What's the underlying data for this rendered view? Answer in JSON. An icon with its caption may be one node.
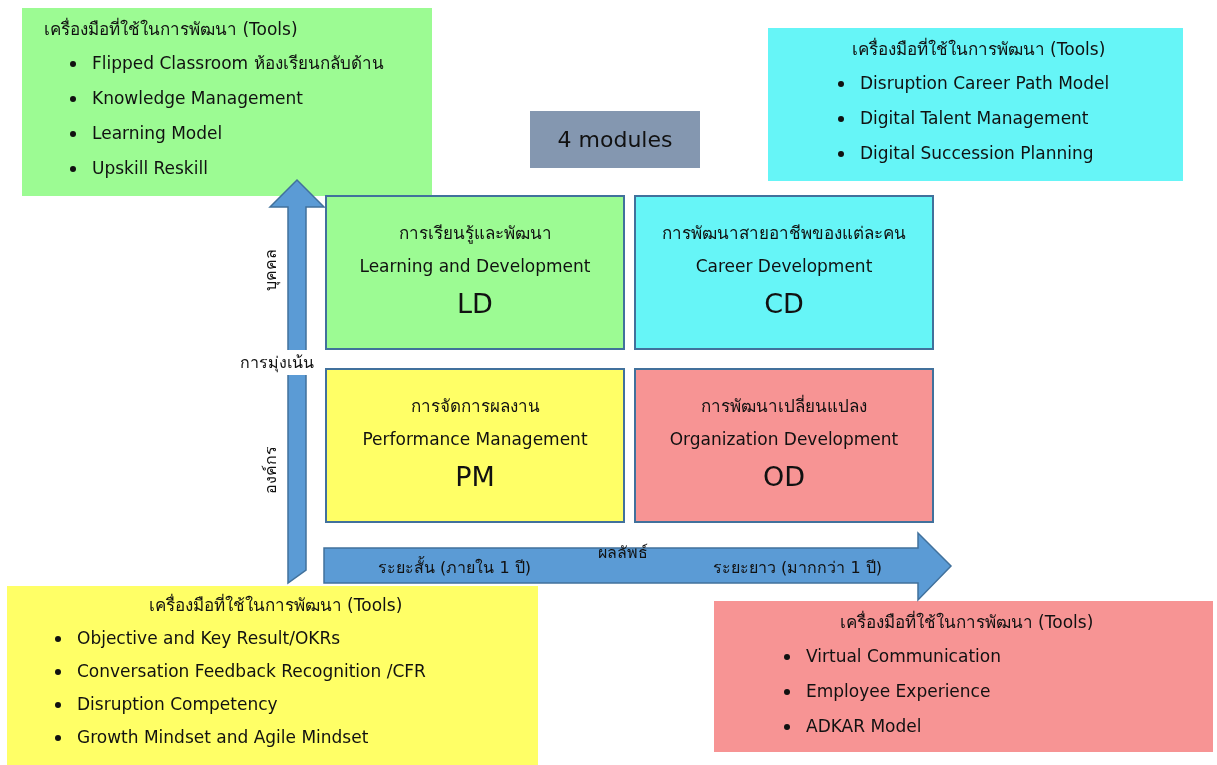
{
  "diagram": {
    "nodes": [
      {
        "text": [
          "เครื่องมือที่ใช้ในการพัฒนา (Tools)",
          "Flipped Classroom ห้องเรียนกลับด้าน",
          "Knowledge Management",
          "Learning Model",
          "Upskill Reskill"
        ]
      },
      {
        "text": [
          "เครื่องมือที่ใช้ในการพัฒนา (Tools)",
          "Disruption Career Path Model",
          "Digital Talent Management",
          "Digital Succession Planning"
        ]
      },
      {
        "text": [
          "4 modules"
        ]
      },
      {
        "text": [
          "การเรียนรู้และพัฒนา",
          "Learning and Development",
          "LD"
        ]
      },
      {
        "text": [
          "การพัฒนาสายอาชีพของแต่ละคน",
          "Career Development",
          "CD"
        ]
      },
      {
        "text": [
          "การจัดการผลงาน",
          "Performance Management",
          "PM"
        ]
      },
      {
        "text": [
          "การพัฒนาเปลี่ยนแปลง",
          "Organization Development",
          "OD"
        ]
      },
      {
        "text": [
          "เครื่องมือที่ใช้ในการพัฒนา (Tools)",
          "Objective and Key Result/OKRs",
          "Conversation Feedback Recognition /CFR",
          "Disruption Competency",
          "Growth Mindset and Agile Mindset"
        ]
      },
      {
        "text": [
          "เครื่องมือที่ใช้ในการพัฒนา (Tools)",
          "Virtual Communication",
          "Employee Experience",
          "ADKAR Model"
        ]
      }
    ],
    "labels": [
      "บุคคล",
      "การมุ่งเน้น",
      "องค์กร",
      "ผลลัพธ์",
      "ระยะสั้น (ภายใน 1 ปี)",
      "ระยะยาว (มากกว่า 1 ปี)"
    ]
  }
}
